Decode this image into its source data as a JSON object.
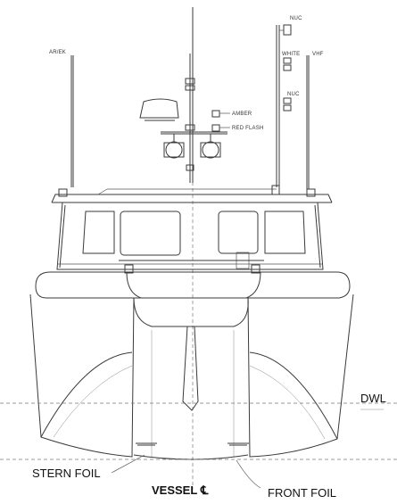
{
  "labels": {
    "ar_ek": "AR/EK",
    "nuc_top": "NUC",
    "white": "WHITE",
    "vhf": "VHF",
    "nuc_mid": "NUC",
    "amber": "AMBER",
    "red_flash": "RED FLASH",
    "dwl": "DWL",
    "stern_foil": "STERN FOIL",
    "vessel": "VESSEL",
    "centerline": "℄",
    "front_foil": "FRONT FOIL"
  }
}
